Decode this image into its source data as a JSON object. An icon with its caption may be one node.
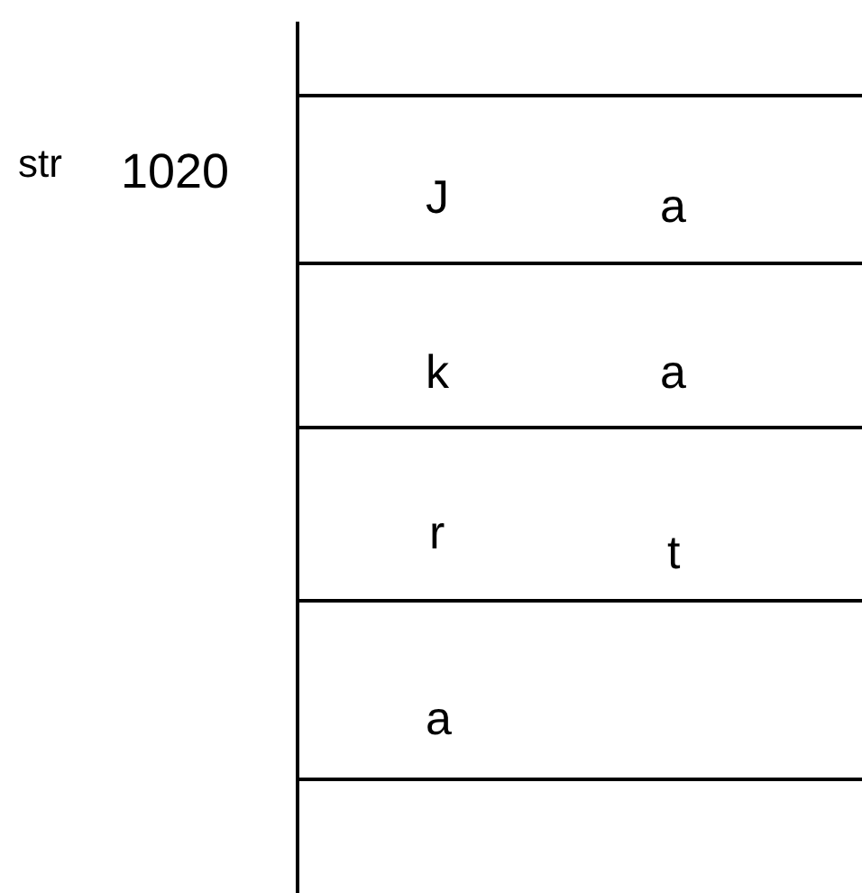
{
  "diagram": {
    "labels": [
      "str",
      "1020",
      "J",
      "a",
      "k",
      "a",
      "r",
      "t",
      "a"
    ]
  }
}
